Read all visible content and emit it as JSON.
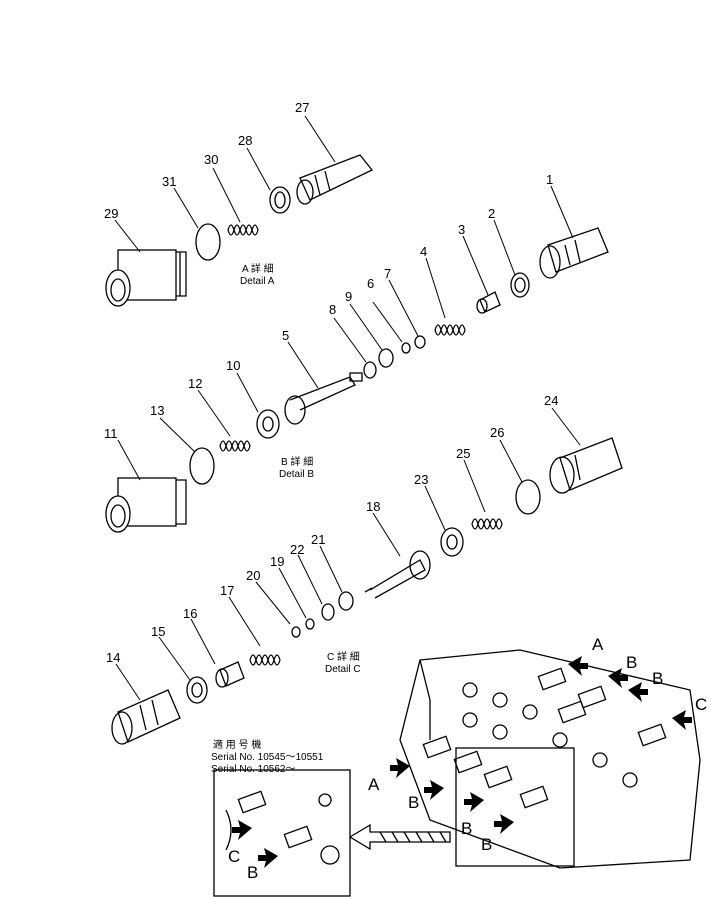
{
  "callouts": {
    "1": "1",
    "2": "2",
    "3": "3",
    "4": "4",
    "5": "5",
    "6": "6",
    "7": "7",
    "8": "8",
    "9": "9",
    "10": "10",
    "11": "11",
    "12": "12",
    "13": "13",
    "14": "14",
    "15": "15",
    "16": "16",
    "17": "17",
    "18": "18",
    "19": "19",
    "20": "20",
    "21": "21",
    "22": "22",
    "23": "23",
    "24": "24",
    "25": "25",
    "26": "26",
    "27": "27",
    "28": "28",
    "29": "29",
    "30": "30",
    "31": "31"
  },
  "details": {
    "a_jp": "A 詳 細",
    "a_en": "Detail A",
    "b_jp": "B 詳 細",
    "b_en": "Detail B",
    "c_jp": "C 詳 細",
    "c_en": "Detail C"
  },
  "serial": {
    "heading": "適 用 号 機",
    "line1": "Serial No. 10545～10551",
    "line2": "Serial No. 10562～"
  },
  "letters": {
    "a": "A",
    "b": "B",
    "c": "C"
  }
}
